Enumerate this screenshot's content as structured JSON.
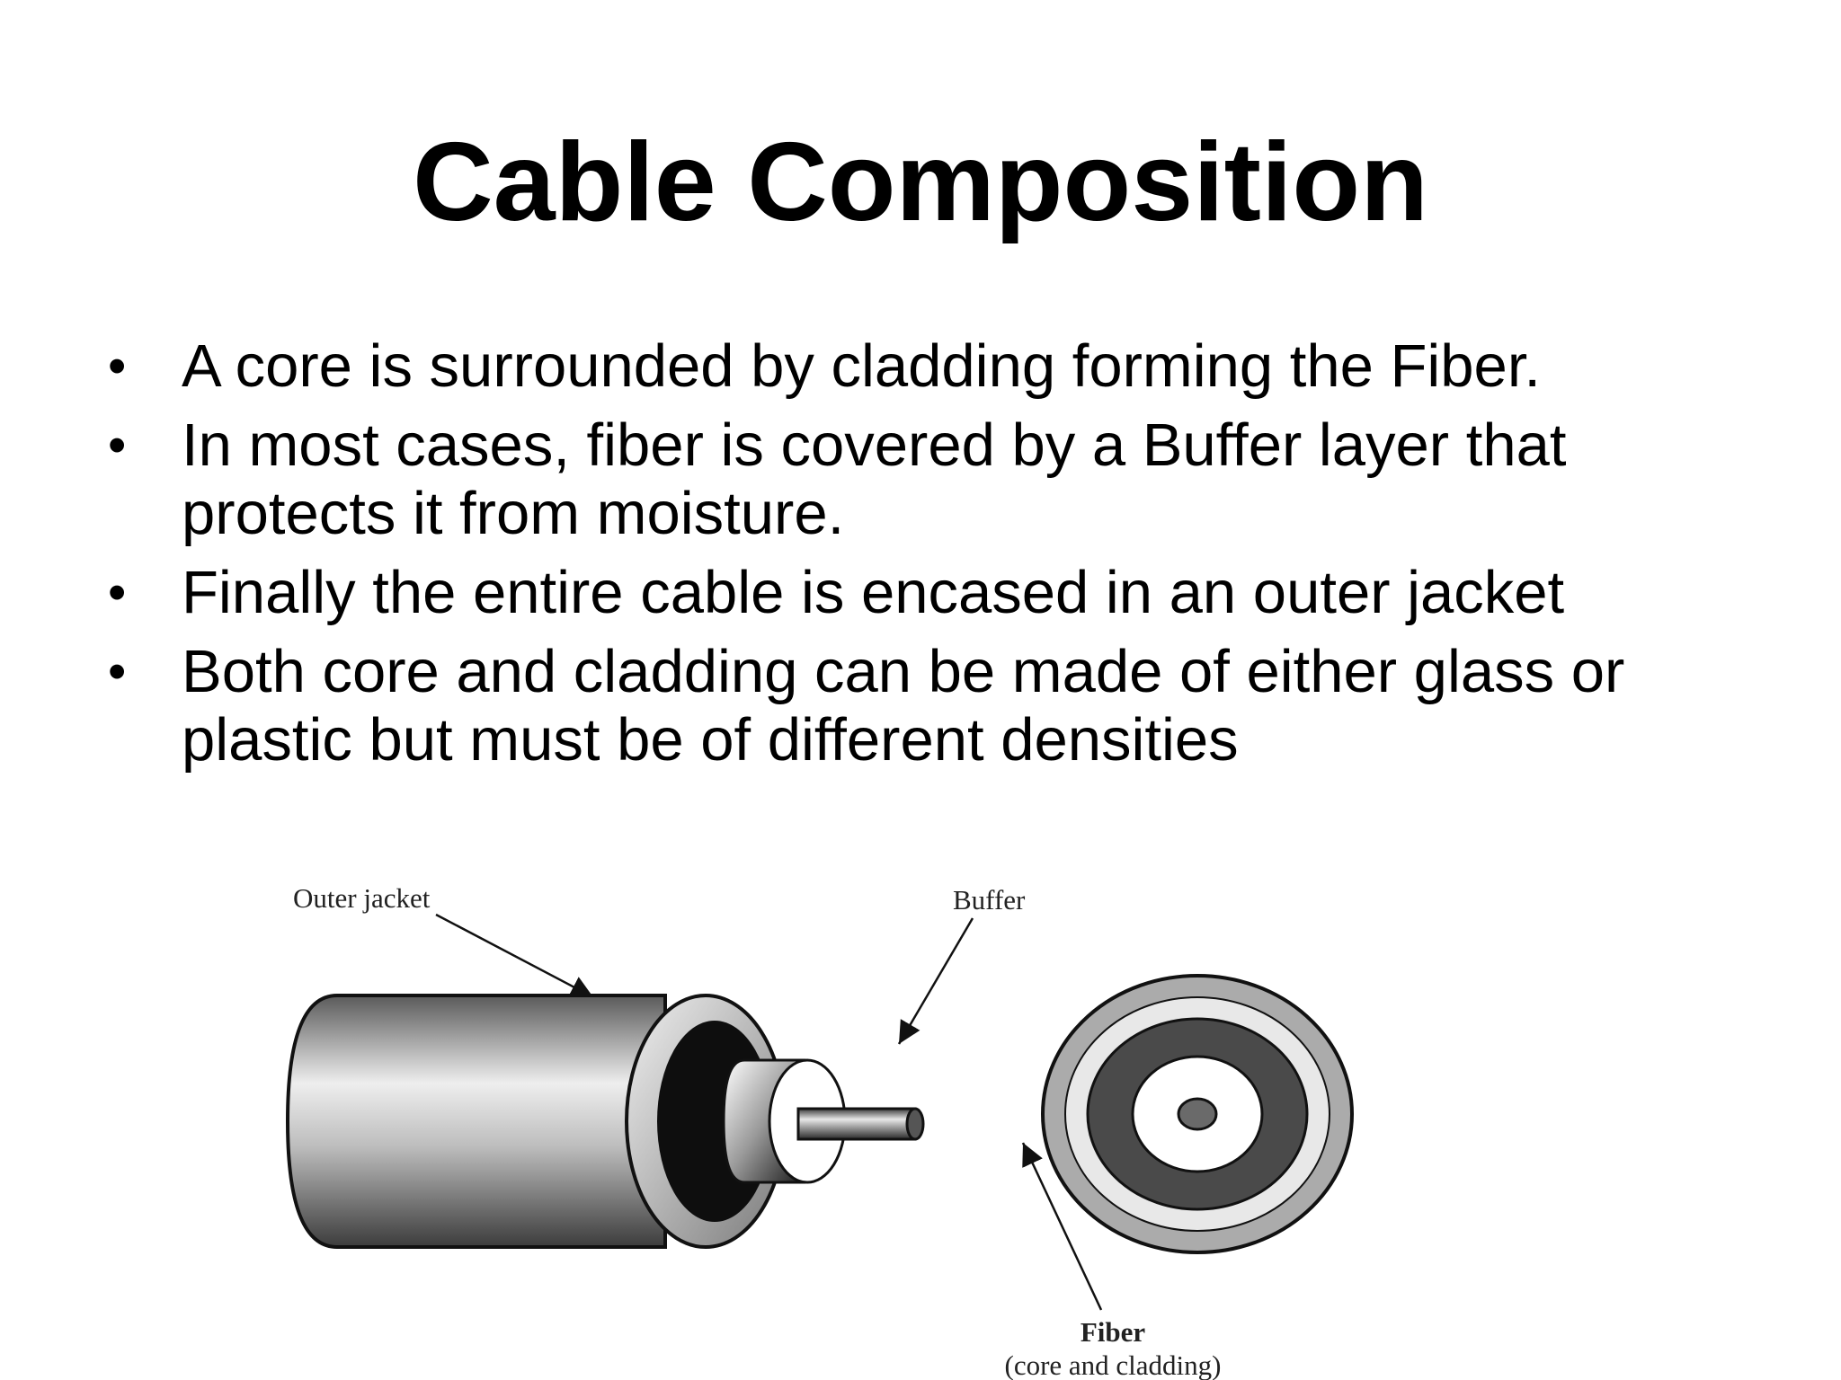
{
  "slide": {
    "title": "Cable Composition",
    "bullets": [
      "A core is surrounded by cladding forming the Fiber.",
      "In most cases, fiber is covered by a Buffer layer that protects it from moisture.",
      "Finally the entire cable is encased in an outer jacket",
      "Both core and cladding can be made of either glass or plastic but must be of different densities"
    ],
    "bullet_glyph": "•"
  },
  "diagram": {
    "labels": {
      "outer_jacket": "Outer jacket",
      "buffer": "Buffer",
      "fiber": "Fiber",
      "fiber_detail": "(core and cladding)"
    }
  },
  "colors": {
    "background": "#ffffff",
    "text": "#000000",
    "jacket_dark": "#555555",
    "jacket_light": "#e6e6e6"
  }
}
